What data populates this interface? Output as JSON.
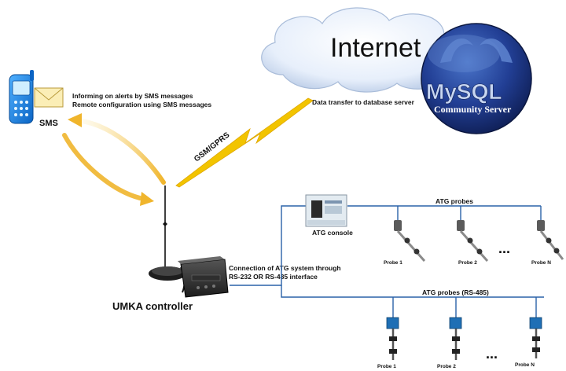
{
  "cloud": {
    "title": "Internet",
    "caption": "Data transfer to database server"
  },
  "mysql": {
    "logo_text": "MySQL",
    "server_label": "Community Server"
  },
  "sms": {
    "label": "SMS",
    "line1": "Informing on alerts by SMS messages",
    "line2": "Remote configuration using SMS messages"
  },
  "gsm": {
    "label": "GSM/GPRS"
  },
  "controller": {
    "label": "UMKA controller",
    "connection_line1": "Connection of ATG system through",
    "connection_line2": "RS-232 OR RS-485 interface"
  },
  "atg_console": {
    "label": "ATG console"
  },
  "probes_top": {
    "title": "ATG probes",
    "probes": [
      "Probe 1",
      "Probe 2",
      "Probe N"
    ],
    "ellipsis": "..."
  },
  "probes_bottom": {
    "title": "ATG probes (RS-485)",
    "probes": [
      "Probe 1",
      "Probe 2",
      "Probe N"
    ],
    "ellipsis": "..."
  },
  "colors": {
    "wire": "#2a62a8",
    "arrow": "#f0b52c",
    "lightning": "#f2c400",
    "db_blue": "#1c3d8f"
  }
}
